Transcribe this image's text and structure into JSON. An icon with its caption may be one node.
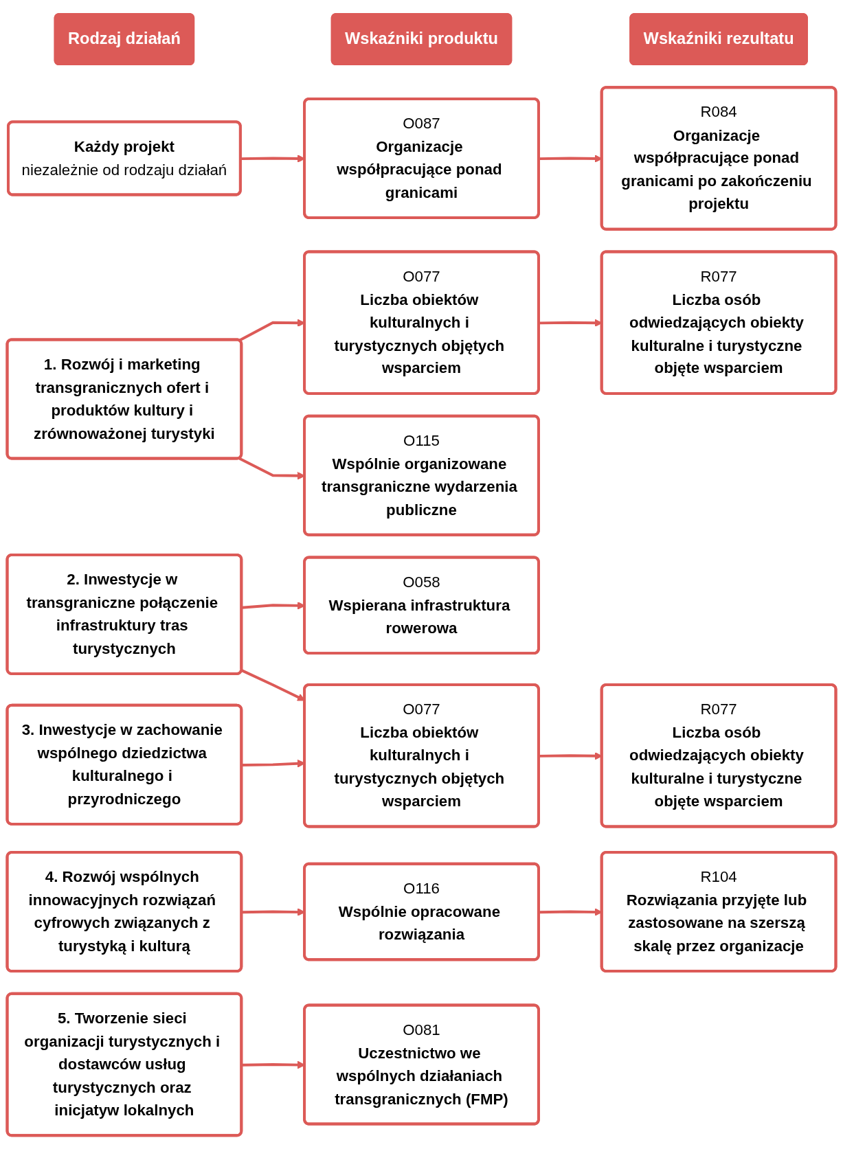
{
  "diagram": {
    "nodes": [
      {
        "text": [
          "Rodzaj działań"
        ]
      },
      {
        "text": [
          "Wskaźniki produktu"
        ]
      },
      {
        "text": [
          "Wskaźniki rezultatu"
        ]
      },
      {
        "text": [
          "Każdy projekt",
          "niezależnie od rodzaju działań"
        ]
      },
      {
        "text": [
          "O087",
          "Organizacje współpracujące ponad granicami"
        ]
      },
      {
        "text": [
          "R084",
          "Organizacje współpracujące ponad granicami po zakończeniu projektu"
        ]
      },
      {
        "text": [
          "1. Rozwój i marketing transgranicznych ofert i produktów kultury i zrównoważonej turystyki"
        ]
      },
      {
        "text": [
          "O077",
          "Liczba obiektów kulturalnych i turystycznych objętych wsparciem"
        ]
      },
      {
        "text": [
          "R077",
          "Liczba osób odwiedzających obiekty kulturalne i turystyczne objęte wsparciem"
        ]
      },
      {
        "text": [
          "O115",
          "Wspólnie organizowane transgraniczne wydarzenia publiczne"
        ]
      },
      {
        "text": [
          "2. Inwestycje w transgraniczne połączenie infrastruktury tras turystycznych"
        ]
      },
      {
        "text": [
          "O058",
          "Wspierana infrastruktura rowerowa"
        ]
      },
      {
        "text": [
          "3. Inwestycje w zachowanie wspólnego dziedzictwa kulturalnego i przyrodniczego"
        ]
      },
      {
        "text": [
          "O077",
          "Liczba obiektów kulturalnych i turystycznych objętych wsparciem"
        ]
      },
      {
        "text": [
          "R077",
          "Liczba osób odwiedzających obiekty kulturalne i turystyczne objęte wsparciem"
        ]
      },
      {
        "text": [
          "4. Rozwój wspólnych innowacyjnych rozwiązań cyfrowych związanych z turystyką i kulturą"
        ]
      },
      {
        "text": [
          "O116",
          "Wspólnie opracowane rozwiązania"
        ]
      },
      {
        "text": [
          "R104",
          "Rozwiązania przyjęte lub zastosowane na szerszą skalę przez organizacje"
        ]
      },
      {
        "text": [
          "5. Tworzenie sieci organizacji turystycznych i dostawców usług turystycznych oraz inicjatyw lokalnych"
        ]
      },
      {
        "text": [
          "O081",
          "Uczestnictwo we wspólnych działaniach transgranicznych (FMP)"
        ]
      }
    ],
    "edges": [
      {
        "from": 3,
        "to": 4,
        "arrow": "to"
      },
      {
        "from": 4,
        "to": 5,
        "arrow": "to"
      },
      {
        "from": 6,
        "to": 7,
        "arrow": "to"
      },
      {
        "from": 7,
        "to": 8,
        "arrow": "to"
      },
      {
        "from": 6,
        "to": 9,
        "arrow": "to"
      },
      {
        "from": 10,
        "to": 11,
        "arrow": "to"
      },
      {
        "from": 10,
        "to": 13,
        "arrow": "to"
      },
      {
        "from": 12,
        "to": 13,
        "arrow": "to"
      },
      {
        "from": 13,
        "to": 14,
        "arrow": "to"
      },
      {
        "from": 15,
        "to": 16,
        "arrow": "to"
      },
      {
        "from": 16,
        "to": 17,
        "arrow": "to"
      },
      {
        "from": 18,
        "to": 19,
        "arrow": "to"
      }
    ]
  }
}
